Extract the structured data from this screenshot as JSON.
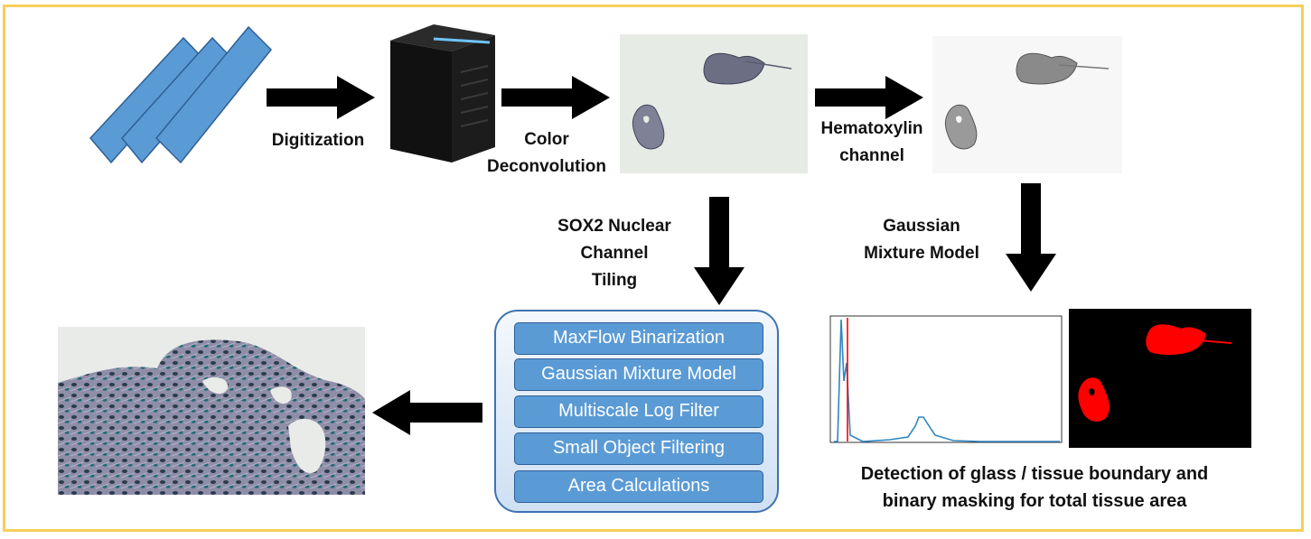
{
  "labels": {
    "digitization": "Digitization",
    "color_deconvolution_1": "Color",
    "color_deconvolution_2": "Deconvolution",
    "hematoxylin_1": "Hematoxylin",
    "hematoxylin_2": "channel",
    "sox2_1": "SOX2 Nuclear",
    "sox2_2": "Channel",
    "sox2_3": "Tiling",
    "gmm_1": "Gaussian",
    "gmm_2": "Mixture Model"
  },
  "pipeline_steps": [
    "MaxFlow Binarization",
    "Gaussian Mixture Model",
    "Multiscale Log Filter",
    "Small Object Filtering",
    "Area Calculations"
  ],
  "caption": {
    "line1": "Detection of glass / tissue boundary and",
    "line2": "binary masking for total tissue area"
  },
  "colors": {
    "frame": "#f7cf5a",
    "slide": "#5b9bd5",
    "step": "#5b9bd5",
    "mask": "#ff0000",
    "histogram": "#2e86c1"
  }
}
